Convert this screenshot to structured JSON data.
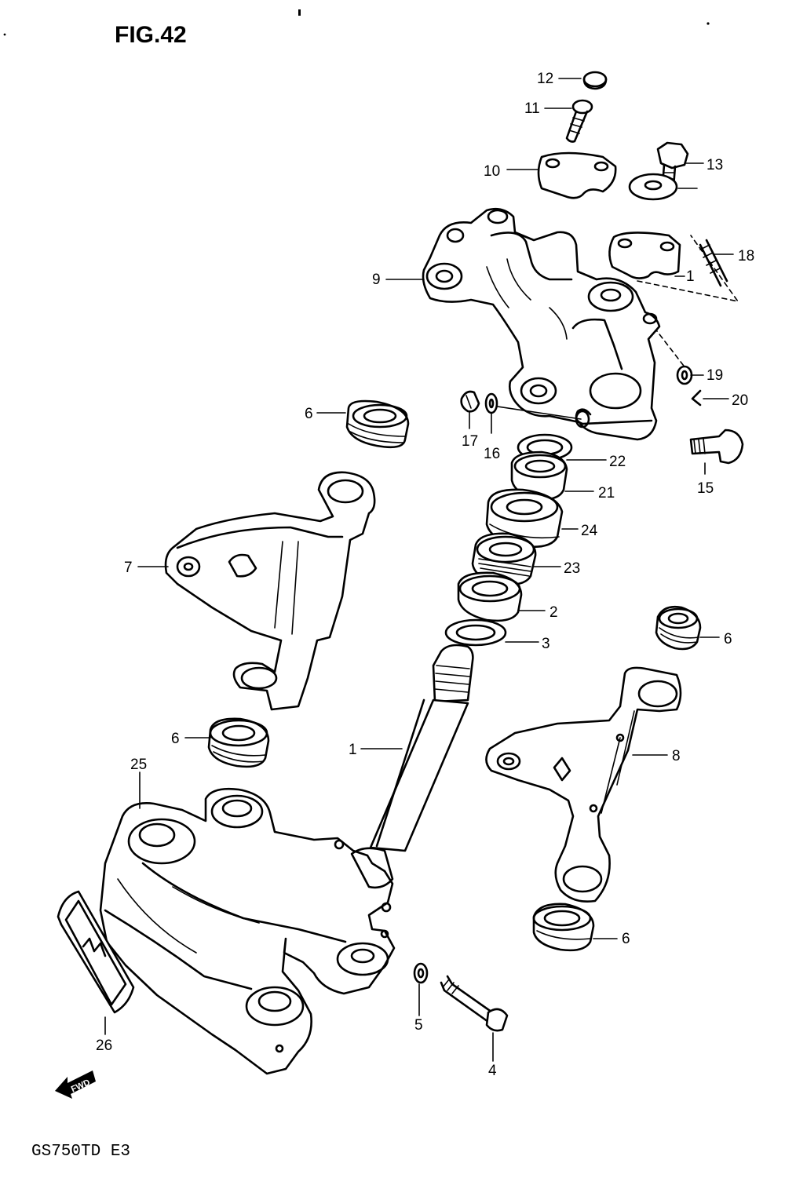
{
  "figure_title": "FIG.42",
  "model_code": "GS750TD  E3",
  "fwd_marker": "FWD",
  "callouts": {
    "p12": "12",
    "p11": "11",
    "p10": "10",
    "p13": "13",
    "p18": "18",
    "p14": "1",
    "p9": "9",
    "p19": "19",
    "p20": "20",
    "p6a": "6",
    "p17": "17",
    "p16": "16",
    "p22": "22",
    "p15": "15",
    "p21": "21",
    "p24": "24",
    "p7": "7",
    "p23": "23",
    "p2": "2",
    "p6b": "6",
    "p3": "3",
    "p6c": "6",
    "p8": "8",
    "p1": "1",
    "p25": "25",
    "p6d": "6",
    "p26": "26",
    "p5": "5",
    "p4": "4"
  }
}
